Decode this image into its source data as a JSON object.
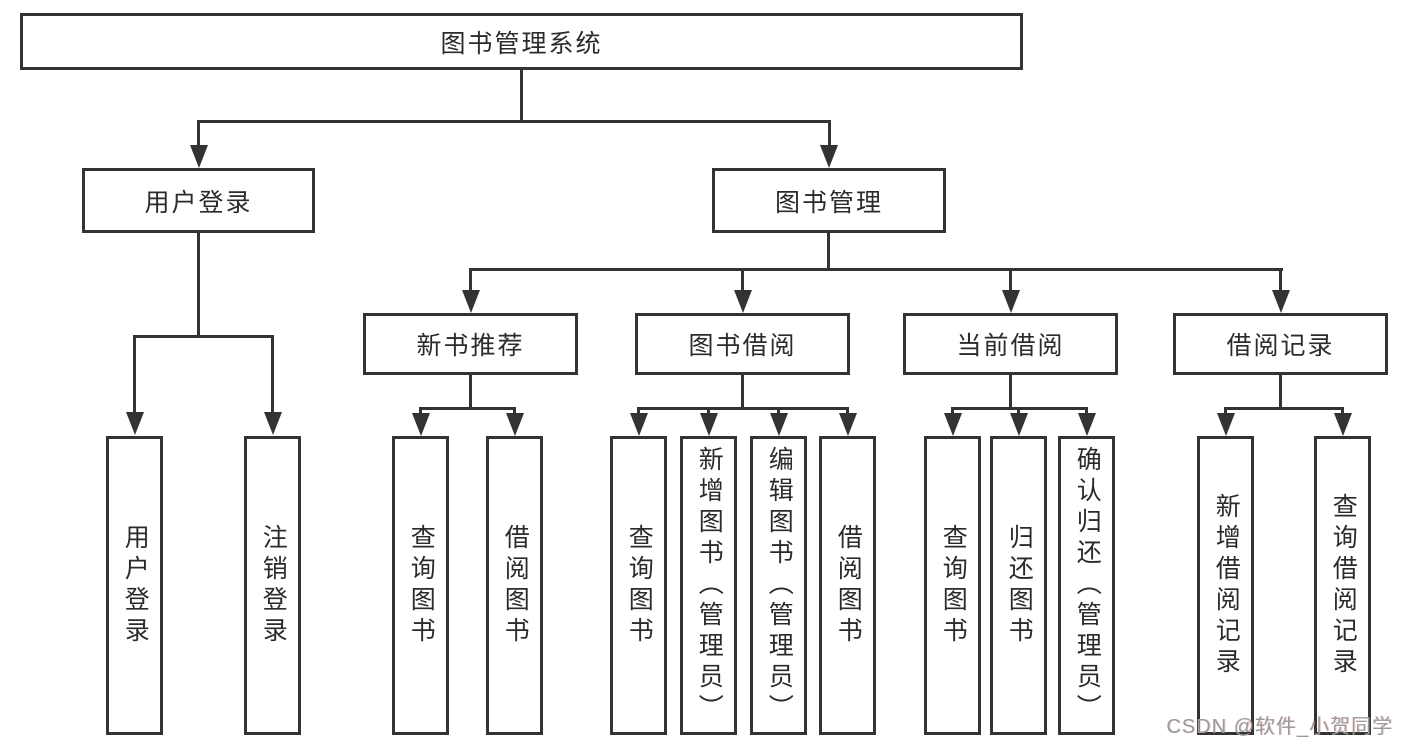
{
  "diagram": {
    "title": "图书管理系统",
    "root": {
      "label": "图书管理系统"
    },
    "level1": [
      {
        "id": "user_login",
        "label": "用户登录"
      },
      {
        "id": "book_mgmt",
        "label": "图书管理"
      }
    ],
    "level2": [
      {
        "id": "new_book",
        "label": "新书推荐"
      },
      {
        "id": "borrow",
        "label": "图书借阅"
      },
      {
        "id": "current",
        "label": "当前借阅"
      },
      {
        "id": "records",
        "label": "借阅记录"
      }
    ],
    "leaves": {
      "user_login": [
        "用户登录",
        "注销登录"
      ],
      "new_book": [
        "查询图书",
        "借阅图书"
      ],
      "borrow": [
        "查询图书",
        "新增图书（管理员）",
        "编辑图书（管理员）",
        "借阅图书"
      ],
      "current": [
        "查询图书",
        "归还图书",
        "确认归还（管理员）"
      ],
      "records": [
        "新增借阅记录",
        "查询借阅记录"
      ]
    }
  },
  "watermark": {
    "text": "CSDN @软件_小贺同学"
  },
  "colors": {
    "line": "#333333",
    "text": "#2b2b2b",
    "background": "#ffffff",
    "watermark": "#9b9b9b"
  }
}
